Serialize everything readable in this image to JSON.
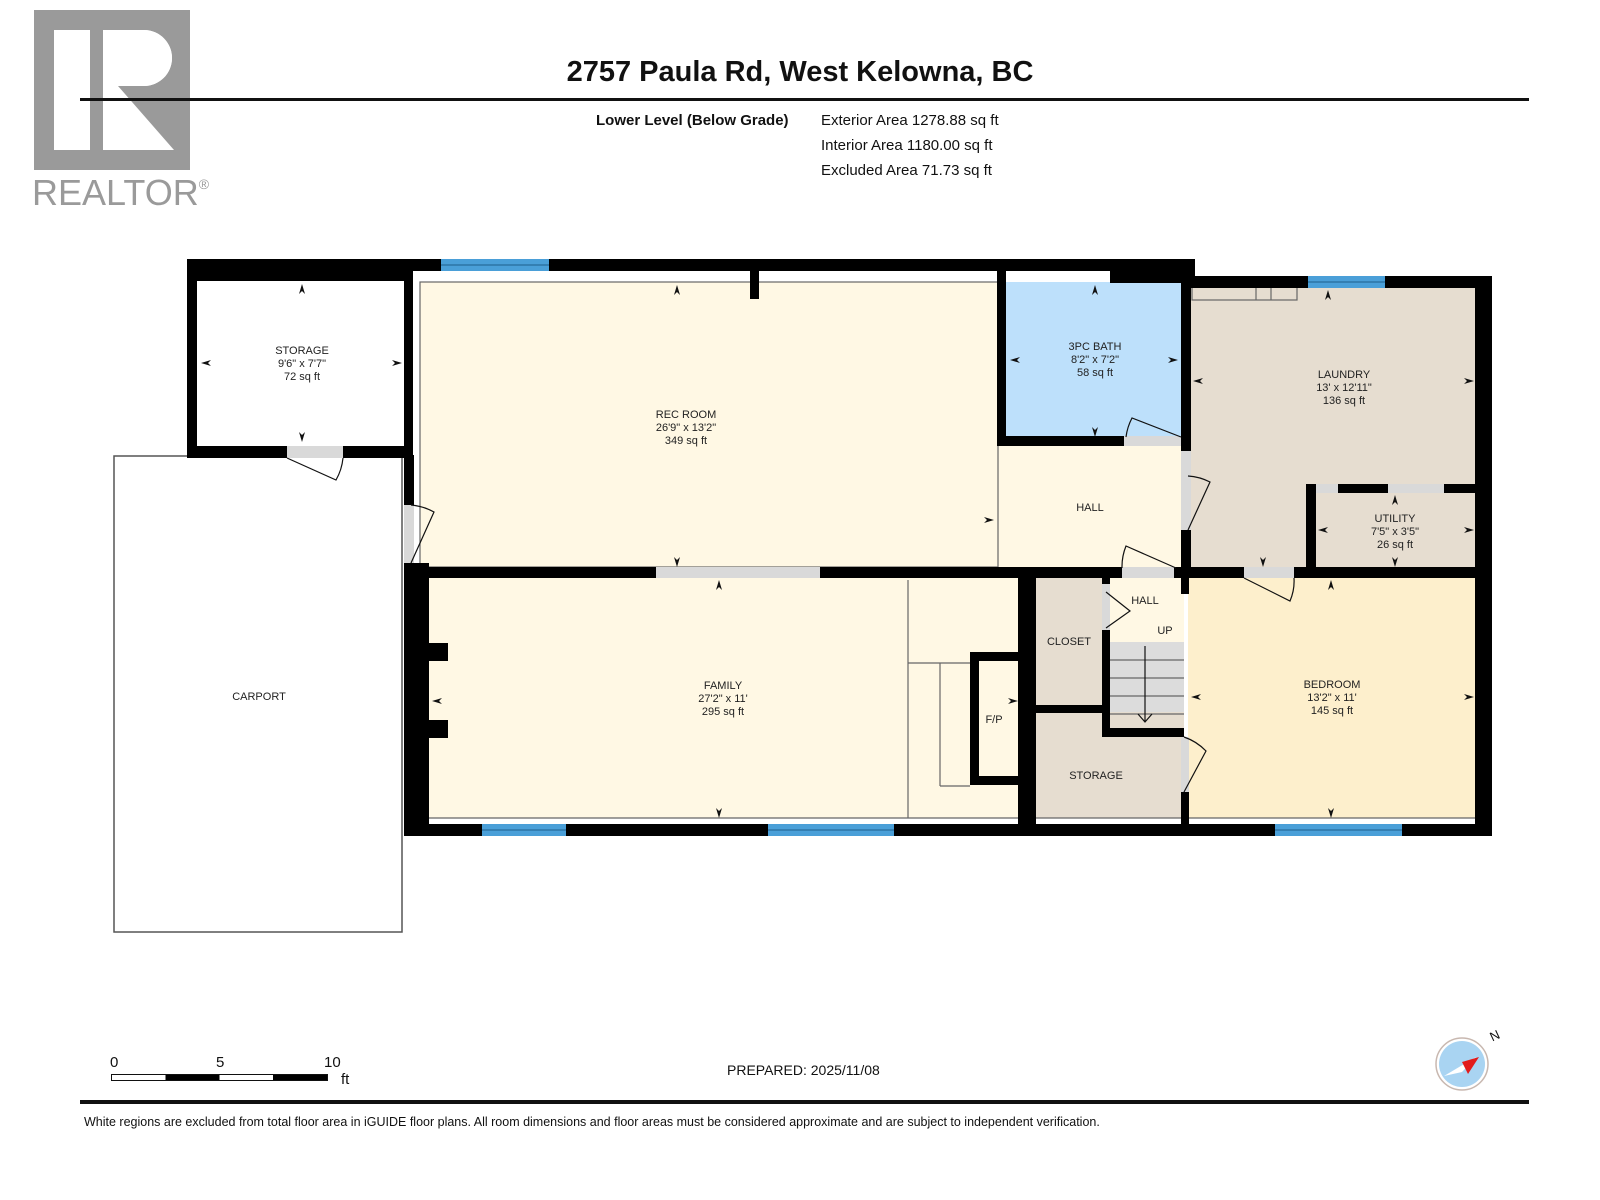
{
  "header": {
    "logo_text": "REALTOR",
    "logo_mark": "®",
    "title": "2757 Paula Rd, West Kelowna, BC",
    "level": "Lower Level (Below Grade)",
    "areas": [
      "Exterior Area 1278.88 sq ft",
      "Interior Area 1180.00 sq ft",
      "Excluded Area 71.73 sq ft"
    ]
  },
  "colors": {
    "wall": "#000000",
    "window": "#4a9fd8",
    "door_opening": "#d9d9d9",
    "rec_family_fill": "#fff8e4",
    "bath_fill": "#bde0fb",
    "laundry_fill": "#e6ddd0",
    "bedroom_fill": "#fdefcc",
    "excluded_fill": "#ffffff",
    "logo_gray": "#9a9a9a",
    "compass_fill": "#a9d4f2",
    "compass_needle": "#e21b1b"
  },
  "rooms": {
    "storage_left": {
      "name": "STORAGE",
      "dims": "9'6\" x 7'7\"",
      "area": "72 sq ft"
    },
    "rec_room": {
      "name": "REC ROOM",
      "dims": "26'9\" x 13'2\"",
      "area": "349 sq ft"
    },
    "bath": {
      "name": "3PC BATH",
      "dims": "8'2\" x 7'2\"",
      "area": "58 sq ft"
    },
    "laundry": {
      "name": "LAUNDRY",
      "dims": "13' x 12'11\"",
      "area": "136 sq ft"
    },
    "utility": {
      "name": "UTILITY",
      "dims": "7'5\" x 3'5\"",
      "area": "26 sq ft"
    },
    "hall_main": {
      "name": "HALL"
    },
    "hall_small": {
      "name": "HALL"
    },
    "stairs_label": {
      "name": "UP"
    },
    "family": {
      "name": "FAMILY",
      "dims": "27'2\" x 11'",
      "area": "295 sq ft"
    },
    "fireplace": {
      "name": "F/P"
    },
    "closet": {
      "name": "CLOSET"
    },
    "storage_lower": {
      "name": "STORAGE"
    },
    "bedroom": {
      "name": "BEDROOM",
      "dims": "13'2\" x 11'",
      "area": "145 sq ft"
    },
    "carport": {
      "name": "CARPORT"
    }
  },
  "scale_bar": {
    "ticks": [
      "0",
      "5",
      "10"
    ],
    "unit": "ft"
  },
  "prepared": "PREPARED: 2025/11/08",
  "compass": {
    "label": "N"
  },
  "footer": {
    "disclaimer": "White regions are excluded from total floor area in iGUIDE floor plans. All room dimensions and floor areas must be considered approximate and are subject to independent verification."
  }
}
